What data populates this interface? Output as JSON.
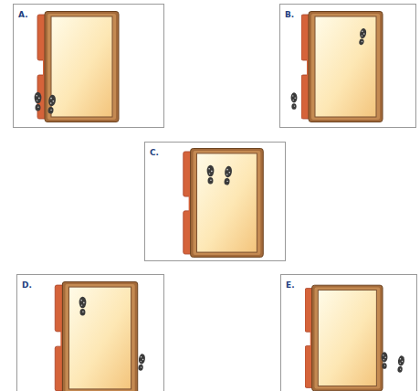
{
  "diagram": {
    "nodes": [
      {
        "text": [
          "A."
        ]
      },
      {
        "text": [
          "B."
        ]
      },
      {
        "text": [
          "C."
        ]
      },
      {
        "text": [
          "D."
        ]
      },
      {
        "text": [
          "E."
        ]
      }
    ]
  }
}
